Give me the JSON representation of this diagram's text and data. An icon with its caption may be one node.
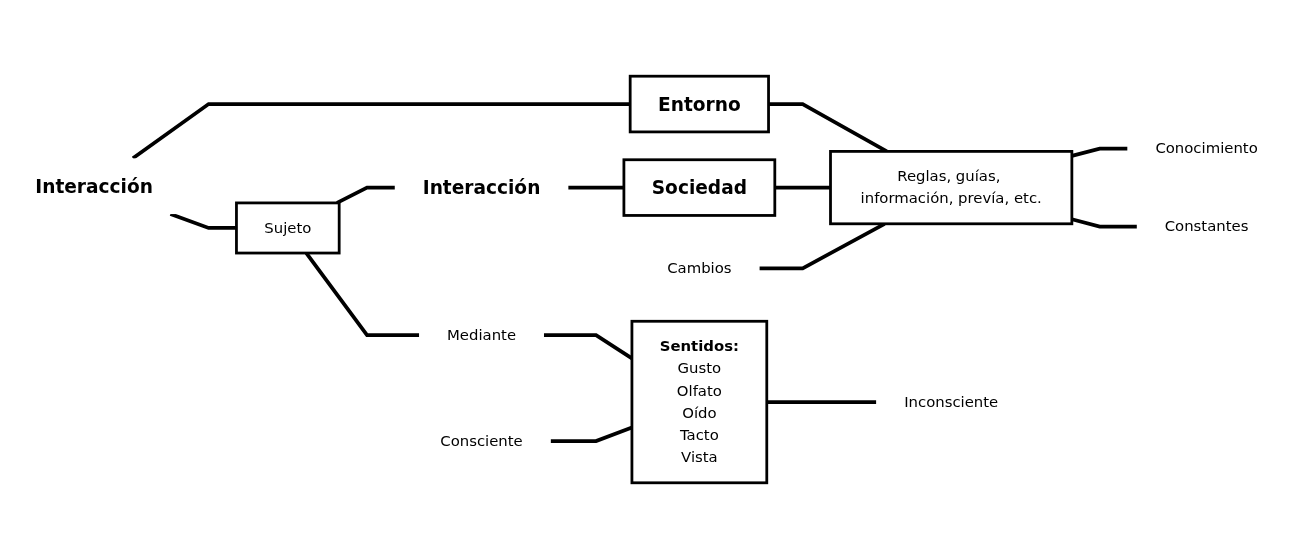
{
  "diagram": {
    "nodes": [
      {
        "text": [
          "Interacción"
        ]
      },
      {
        "text": [
          "Entorno"
        ]
      },
      {
        "text": [
          "Consciente"
        ]
      },
      {
        "text": [
          "Sentidos:",
          "Gusto",
          "Olfato",
          "Oído",
          "Tacto",
          "Vista"
        ]
      },
      {
        "text": [
          "Cambios"
        ]
      },
      {
        "text": [
          "Sujeto"
        ]
      },
      {
        "text": [
          "Mediante"
        ]
      },
      {
        "text": [
          "Reglas, guías, información, prevía, etc."
        ]
      },
      {
        "text": [
          "Conocimiento"
        ]
      },
      {
        "text": [
          "Constantes"
        ]
      },
      {
        "text": [
          "Inconsciente"
        ]
      },
      {
        "text": [
          "Interacción"
        ]
      },
      {
        "text": [
          "Sociedad"
        ]
      }
    ],
    "edges": [
      {
        "from": 0,
        "to": 1,
        "arrow": "none"
      },
      {
        "from": 0,
        "to": 5,
        "arrow": "none"
      },
      {
        "from": 5,
        "to": 6,
        "arrow": "none"
      },
      {
        "from": 6,
        "to": 3,
        "arrow": "none"
      },
      {
        "from": 2,
        "to": 3,
        "arrow": "none"
      },
      {
        "from": 3,
        "to": 10,
        "arrow": "none"
      },
      {
        "from": 5,
        "to": 11,
        "arrow": "none"
      },
      {
        "from": 11,
        "to": 12,
        "arrow": "none"
      },
      {
        "from": 1,
        "to": 7,
        "arrow": "none"
      },
      {
        "from": 12,
        "to": 7,
        "arrow": "none"
      },
      {
        "from": 4,
        "to": 7,
        "arrow": "none"
      },
      {
        "from": 7,
        "to": 8,
        "arrow": "none"
      },
      {
        "from": 7,
        "to": 9,
        "arrow": "none"
      }
    ]
  }
}
